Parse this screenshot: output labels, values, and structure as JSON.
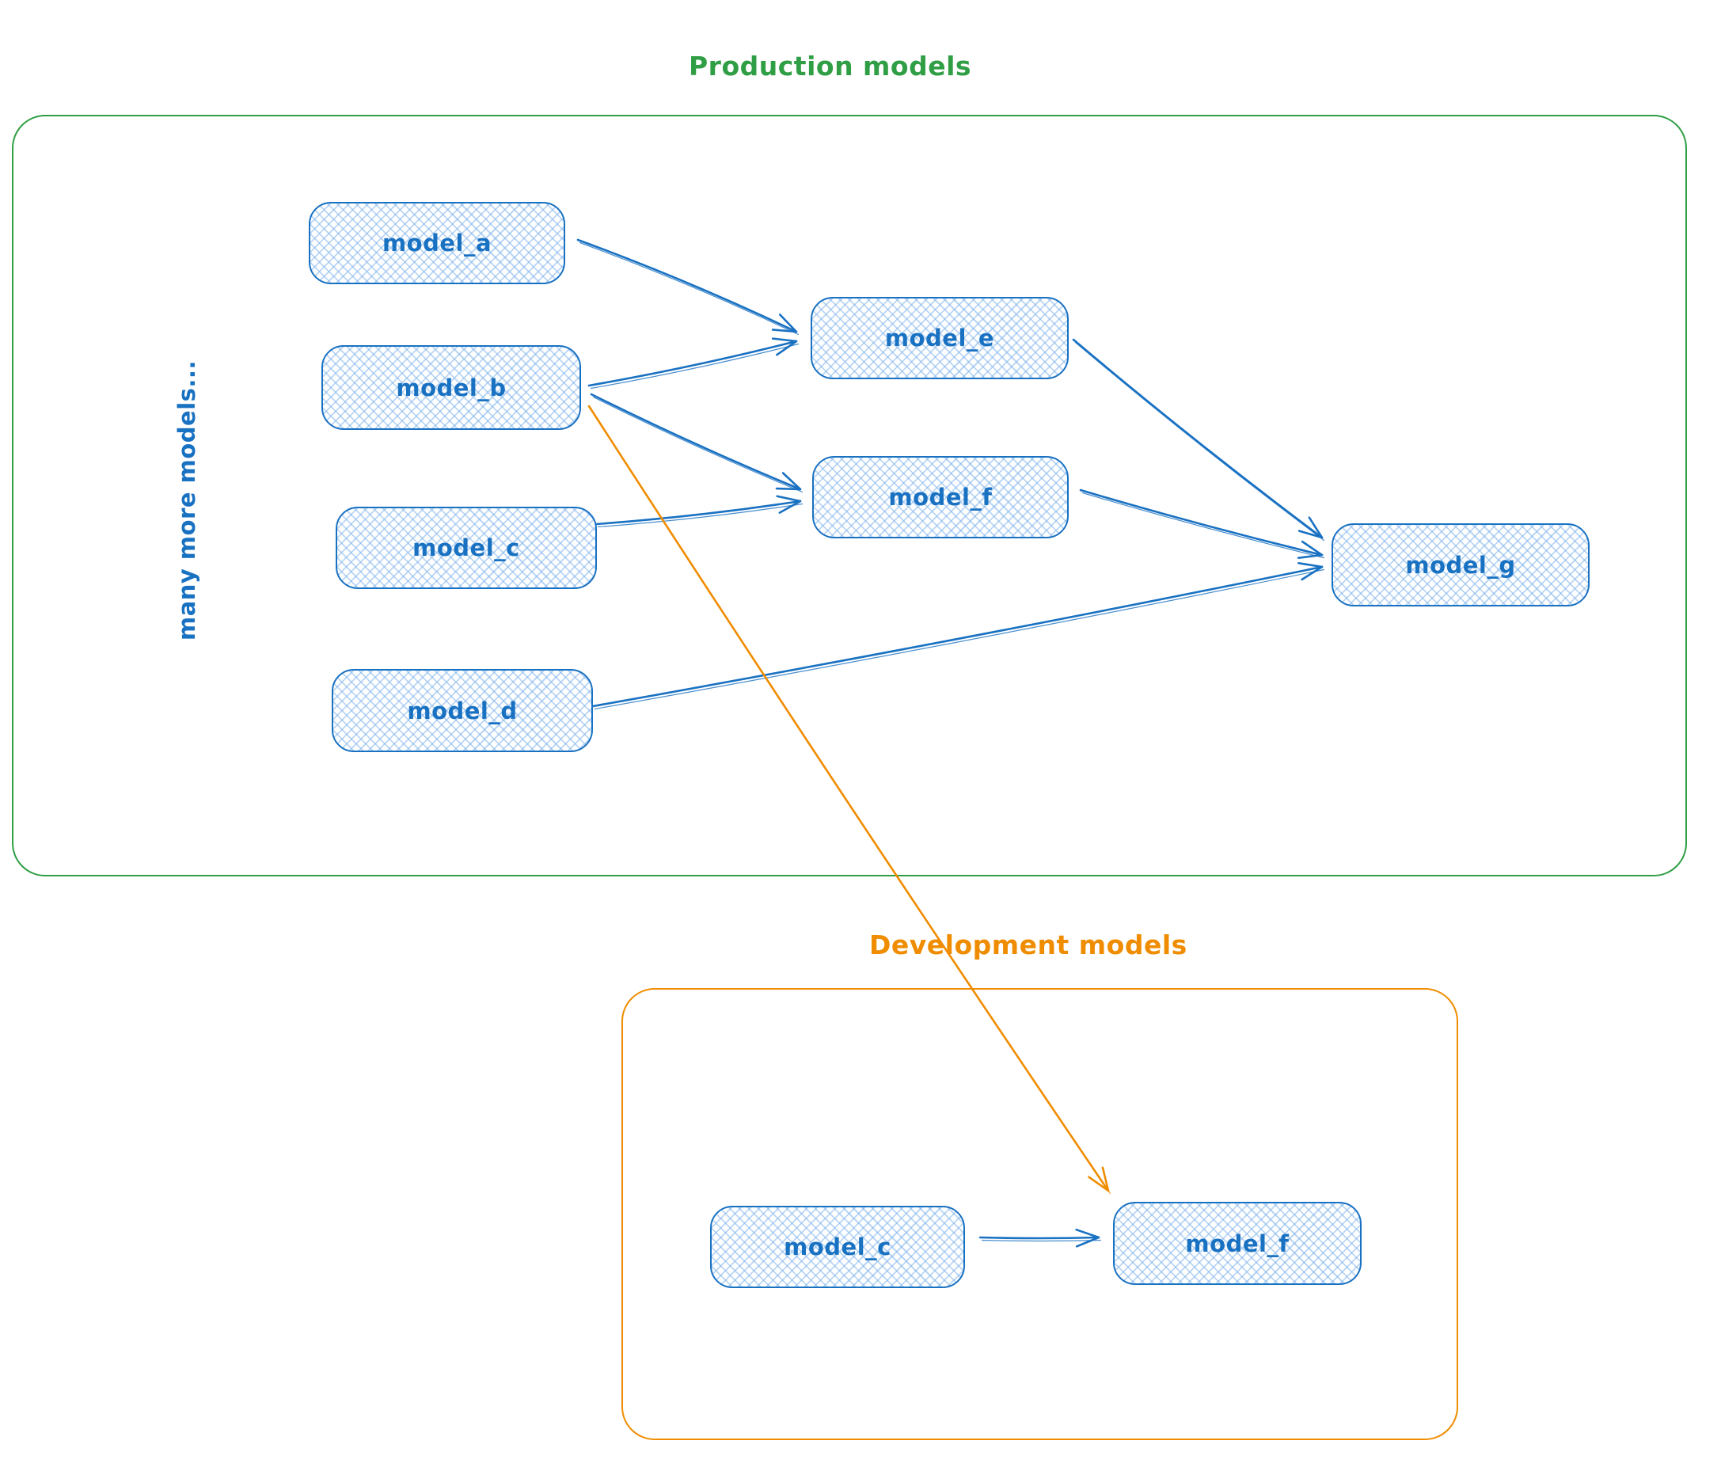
{
  "titles": {
    "production": "Production models",
    "development": "Development models",
    "side_note": "many more models..."
  },
  "colors": {
    "node_stroke": "#1971c2",
    "node_fill_hatch": "#a5d8ff",
    "production_border": "#2f9e44",
    "development_border": "#f08c00",
    "edge_blue": "#1971c2",
    "edge_orange": "#f08c00"
  },
  "production_nodes": [
    {
      "id": "model_a",
      "label": "model_a"
    },
    {
      "id": "model_b",
      "label": "model_b"
    },
    {
      "id": "model_c",
      "label": "model_c"
    },
    {
      "id": "model_d",
      "label": "model_d"
    },
    {
      "id": "model_e",
      "label": "model_e"
    },
    {
      "id": "model_f",
      "label": "model_f"
    },
    {
      "id": "model_g",
      "label": "model_g"
    }
  ],
  "development_nodes": [
    {
      "id": "dev_model_c",
      "label": "model_c"
    },
    {
      "id": "dev_model_f",
      "label": "model_f"
    }
  ],
  "edges": [
    {
      "id": "model_a->model_e",
      "from": "model_a",
      "to": "model_e",
      "color": "#1971c2"
    },
    {
      "id": "model_b->model_e",
      "from": "model_b",
      "to": "model_e",
      "color": "#1971c2"
    },
    {
      "id": "model_b->model_f",
      "from": "model_b",
      "to": "model_f",
      "color": "#1971c2"
    },
    {
      "id": "model_c->model_f",
      "from": "model_c",
      "to": "model_f",
      "color": "#1971c2"
    },
    {
      "id": "model_e->model_g",
      "from": "model_e",
      "to": "model_g",
      "color": "#1971c2"
    },
    {
      "id": "model_f->model_g",
      "from": "model_f",
      "to": "model_g",
      "color": "#1971c2"
    },
    {
      "id": "model_d->model_g",
      "from": "model_d",
      "to": "model_g",
      "color": "#1971c2"
    },
    {
      "id": "dev_model_c->dev_model_f",
      "from": "model_c (development)",
      "to": "model_f (development)",
      "color": "#1971c2"
    },
    {
      "id": "model_b->dev_model_f",
      "from": "model_b (production)",
      "to": "model_f (development)",
      "color": "#f08c00"
    }
  ]
}
